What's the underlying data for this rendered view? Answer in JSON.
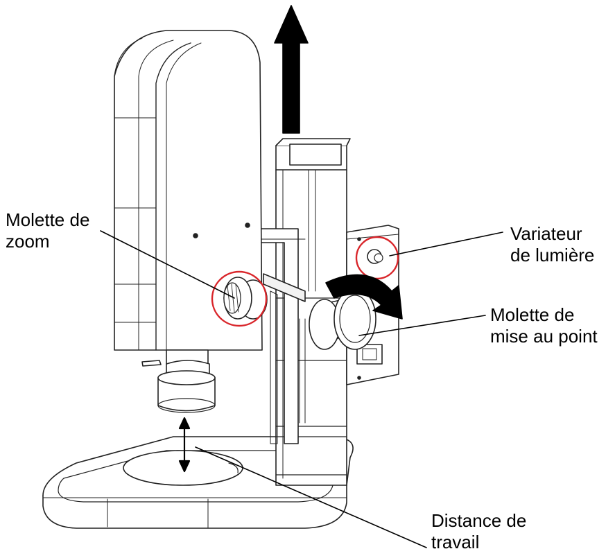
{
  "labels": {
    "zoom": {
      "line1": "Molette de",
      "line2": "zoom"
    },
    "light": {
      "line1": "Variateur",
      "line2": "de lumière"
    },
    "focus": {
      "line1": "Molette de",
      "line2": "mise au point"
    },
    "distance": {
      "line1": "Distance de",
      "line2": "travail"
    }
  },
  "colors": {
    "outline": "#222222",
    "highlight_circle": "#d9262b",
    "arrow": "#000000",
    "fill": "#ffffff",
    "shade": "#f2f2f2"
  },
  "icons": [
    "up-arrow-icon",
    "rotation-arrow-icon",
    "double-arrow-icon"
  ]
}
